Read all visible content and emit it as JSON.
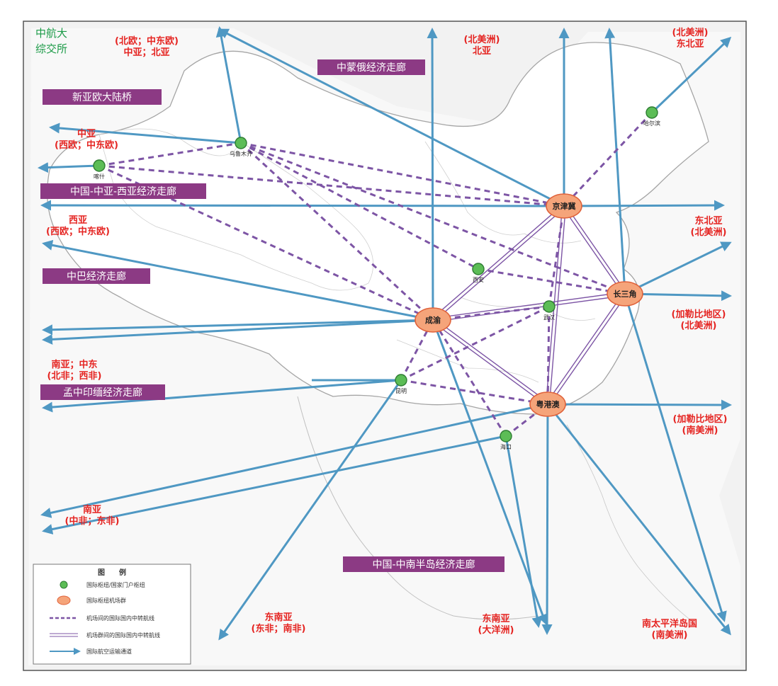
{
  "watermark": [
    "中航大",
    "综交所"
  ],
  "corridors": [
    "新亚欧大陆桥",
    "中蒙俄经济走廊",
    "中国-中亚-西亚经济走廊",
    "中巴经济走廊",
    "孟中印缅经济走廊",
    "中国-中南半岛经济走廊"
  ],
  "hubs": [
    "京津冀",
    "长三角",
    "成渝",
    "粤港澳"
  ],
  "nodes": [
    "乌鲁木齐",
    "喀什",
    "哈尔滨",
    "西安",
    "武汉",
    "昆明",
    "海口"
  ],
  "destinations": [
    [
      "(北欧；中东欧)",
      "中亚；北亚"
    ],
    [
      "(北美洲)",
      "北亚"
    ],
    [
      "(北美洲)",
      "东北亚"
    ],
    [
      "中亚",
      "(西欧；中东欧)"
    ],
    [
      "西亚",
      "(西欧；中东欧)"
    ],
    [
      "东北亚",
      "(北美洲)"
    ],
    [
      "(加勒比地区)",
      "(北美洲)"
    ],
    [
      "南亚；中东",
      "(北非；西非)"
    ],
    [
      "(加勒比地区)",
      "(南美洲)"
    ],
    [
      "南亚",
      "(中非；东非)"
    ],
    [
      "东南亚",
      "(东非；南非)"
    ],
    [
      "东南亚",
      "(大洋洲)"
    ],
    [
      "南太平洋岛国",
      "(南美洲)"
    ]
  ],
  "legend": {
    "title": "图　　例",
    "items": [
      "国际枢纽/国家门户枢纽",
      "国际枢纽机场群",
      "机场间的国际国内中转航线",
      "机场群间的国际国内中转航线",
      "国际航空运输通道"
    ]
  },
  "colors": {
    "arrow": "#4f98c3",
    "corridor_bg": "#8c3a84",
    "dashed": "#7d55a5",
    "hub_fill": "#f5a47a",
    "node_fill": "#5cbd56",
    "label": "#e52421"
  }
}
